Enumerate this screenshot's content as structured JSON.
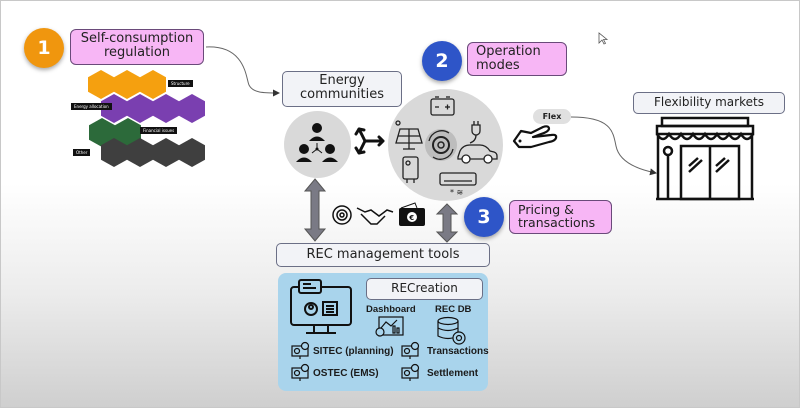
{
  "diagram": {
    "items": [
      {
        "number": "1",
        "label_line1": "Self-consumption",
        "label_line2": "regulation",
        "color": "#f0960e"
      },
      {
        "number": "2",
        "label_line1": "Operation",
        "label_line2": "modes",
        "color": "#2e55c8"
      },
      {
        "number": "3",
        "label_line1": "Pricing &",
        "label_line2": "transactions",
        "color": "#2e55c8"
      }
    ],
    "regulation_map": {
      "tags": [
        "Structure",
        "Energy allocation",
        "Financial issues",
        "Other"
      ],
      "hex_colors": {
        "structure": "#f5a00f",
        "allocation": "#7a3fb0",
        "financial": "#2c6a3a",
        "other": "#3f3f3f"
      }
    },
    "energy_communities": {
      "line1": "Energy",
      "line2": "communities"
    },
    "flex_label": "Flex",
    "flexibility_markets": "Flexibility markets",
    "rec_management_tools": "REC management tools",
    "recreation": {
      "title": "RECreation",
      "dashboard": "Dashboard",
      "rec_db": "REC DB",
      "tools": [
        "SITEC (planning)",
        "OSTEC (EMS)",
        "Transactions",
        "Settlement"
      ]
    },
    "colors": {
      "pink_box": "#f7b6f5",
      "tools_panel": "#a9d4ec",
      "orange_badge": "#f0960e",
      "blue_badge": "#2e55c8"
    }
  }
}
